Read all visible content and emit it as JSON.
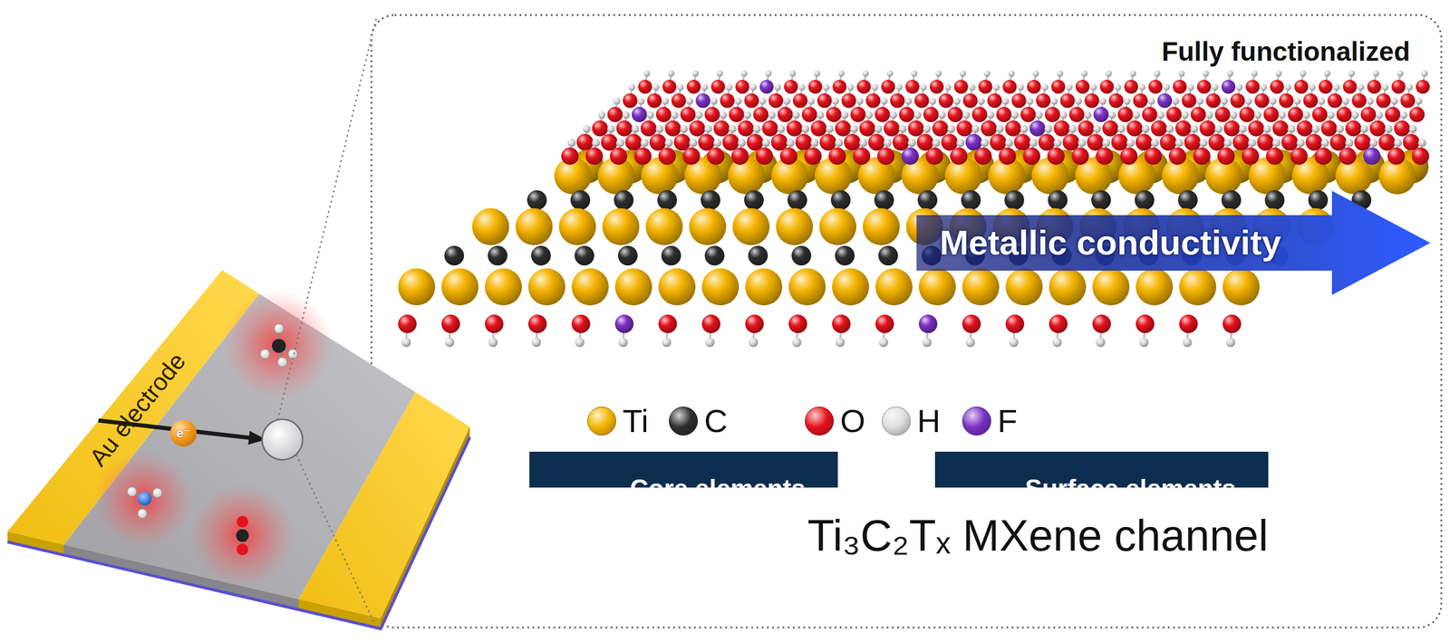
{
  "diagram": {
    "nodes": [
      {
        "text": [
          "Au electrode"
        ]
      },
      {
        "text": [
          "e⁻"
        ]
      },
      {
        "text": [
          "Fully functionalized",
          "Ti₃C₂Tₓ MXene channel"
        ]
      },
      {
        "text": [
          "Metallic conductivity"
        ],
        "in": 2
      },
      {
        "text": [
          "Core elements"
        ],
        "in": 2
      },
      {
        "text": [
          "Surface elements"
        ],
        "in": 2
      }
    ],
    "legend": [
      {
        "text": "Ti",
        "color": "#f5b400"
      },
      {
        "text": "C",
        "color": "#2e2e2e"
      },
      {
        "text": "O",
        "color": "#e5121b"
      },
      {
        "text": "H",
        "color": "#dedede"
      },
      {
        "text": "F",
        "color": "#7b2fc4"
      }
    ]
  }
}
